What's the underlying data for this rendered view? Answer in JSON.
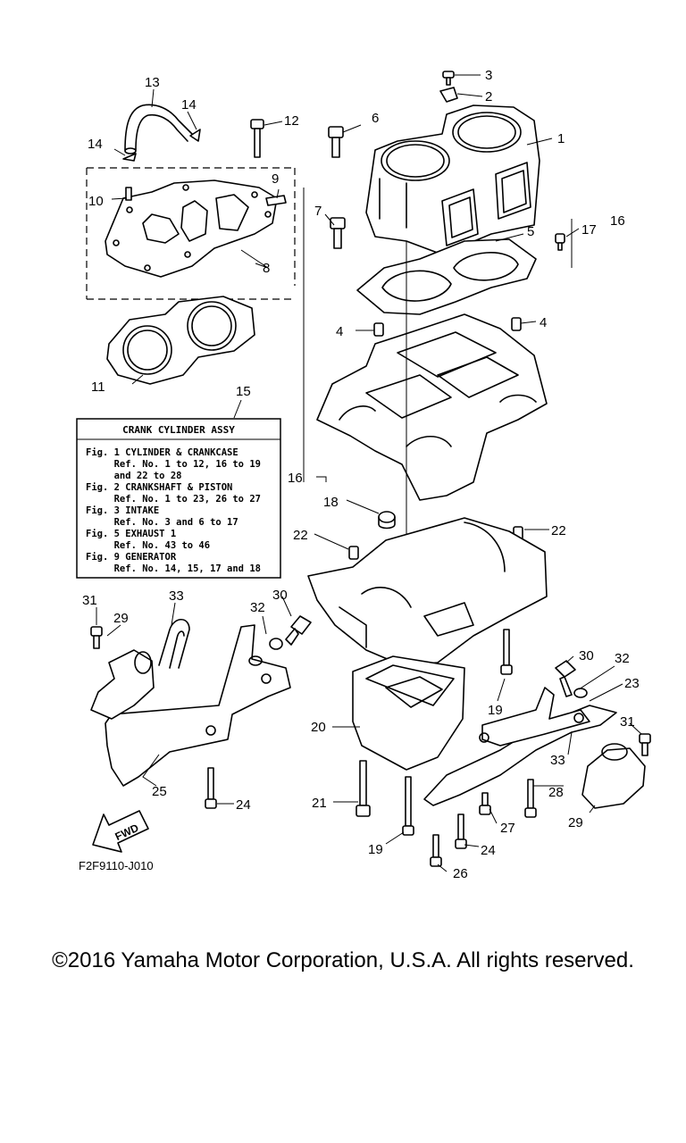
{
  "diagram": {
    "callouts": {
      "c1": "1",
      "c2": "2",
      "c3": "3",
      "c4a": "4",
      "c4b": "4",
      "c5": "5",
      "c6": "6",
      "c7": "7",
      "c8": "8",
      "c9": "9",
      "c10": "10",
      "c11": "11",
      "c12": "12",
      "c13": "13",
      "c14a": "14",
      "c14b": "14",
      "c15": "15",
      "c16a": "16",
      "c16b": "16",
      "c17": "17",
      "c18": "18",
      "c19a": "19",
      "c19b": "19",
      "c20": "20",
      "c21": "21",
      "c22a": "22",
      "c22b": "22",
      "c23": "23",
      "c24a": "24",
      "c24b": "24",
      "c25": "25",
      "c26": "26",
      "c27": "27",
      "c28": "28",
      "c29a": "29",
      "c29b": "29",
      "c30a": "30",
      "c30b": "30",
      "c31a": "31",
      "c31b": "31",
      "c32a": "32",
      "c32b": "32",
      "c33a": "33",
      "c33b": "33"
    },
    "reference_table": {
      "title": "CRANK  CYLINDER ASSY",
      "lines": [
        "Fig. 1 CYLINDER & CRANKCASE",
        "     Ref. No. 1 to 12, 16 to 19",
        "     and 22 to 28",
        "Fig. 2 CRANKSHAFT & PISTON",
        "     Ref. No. 1 to 23, 26 to 27",
        "Fig. 3 INTAKE",
        "     Ref. No. 3 and 6 to 17",
        "Fig. 5 EXHAUST 1",
        "     Ref. No. 43 to 46",
        "Fig. 9 GENERATOR",
        "     Ref. No. 14, 15, 17 and 18"
      ]
    },
    "fwd_label": "FWD",
    "drawing_code": "F2F9110-J010"
  },
  "footer": {
    "copyright": "©2016 Yamaha Motor Corporation, U.S.A. All rights reserved."
  }
}
